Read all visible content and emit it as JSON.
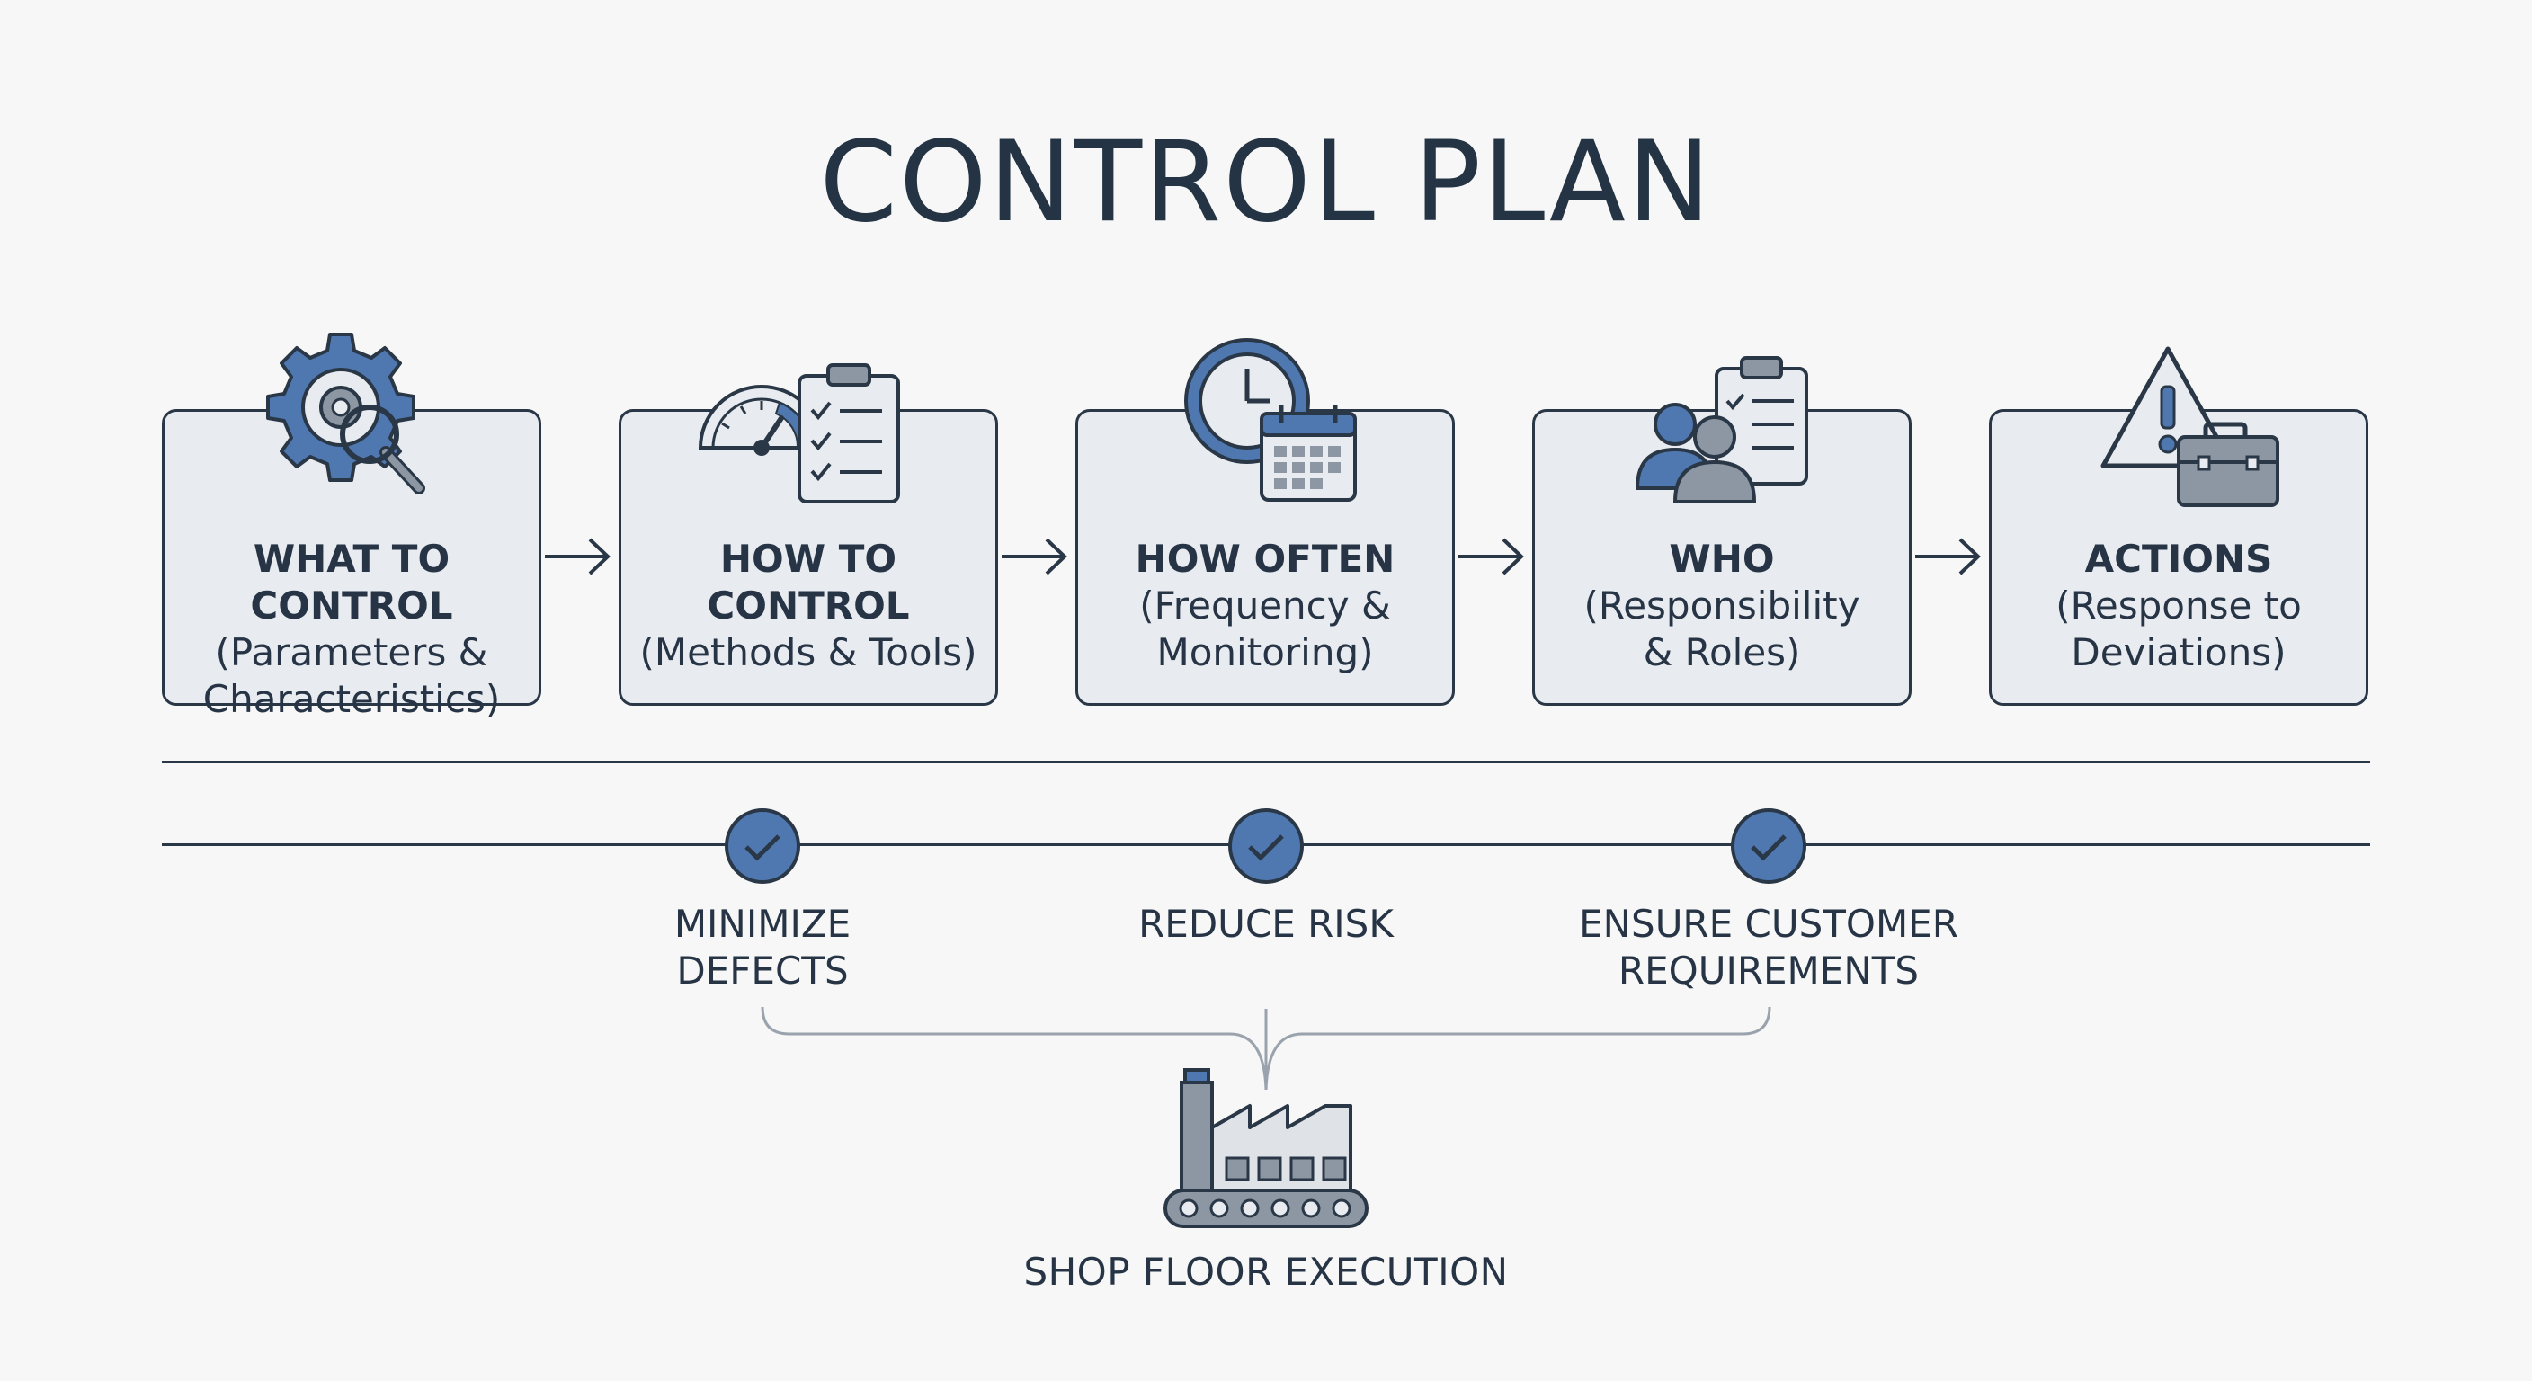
{
  "title": "CONTROL PLAN",
  "steps": [
    {
      "title": "WHAT TO CONTROL",
      "sub1": "(Parameters &",
      "sub2": "Characteristics)",
      "icon": "gear-magnifier-icon"
    },
    {
      "title": "HOW TO CONTROL",
      "sub1": "(Methods & Tools)",
      "sub2": "",
      "icon": "gauge-checklist-icon"
    },
    {
      "title": "HOW OFTEN",
      "sub1": "(Frequency &",
      "sub2": "Monitoring)",
      "icon": "clock-calendar-icon"
    },
    {
      "title": "WHO",
      "sub1": "(Responsibility",
      "sub2": "& Roles)",
      "icon": "people-clipboard-icon"
    },
    {
      "title": "ACTIONS",
      "sub1": "(Response to",
      "sub2": "Deviations)",
      "icon": "warning-toolbox-icon"
    }
  ],
  "benefits": [
    {
      "line1": "MINIMIZE",
      "line2": "DEFECTS"
    },
    {
      "line1": "REDUCE RISK",
      "line2": ""
    },
    {
      "line1": "ENSURE CUSTOMER",
      "line2": "REQUIREMENTS"
    }
  ],
  "footer": "SHOP FLOOR EXECUTION",
  "colors": {
    "accent": "#4f78b0",
    "ink": "#2a3747",
    "card": "#e8ebef",
    "background": "#f6f7f6"
  }
}
